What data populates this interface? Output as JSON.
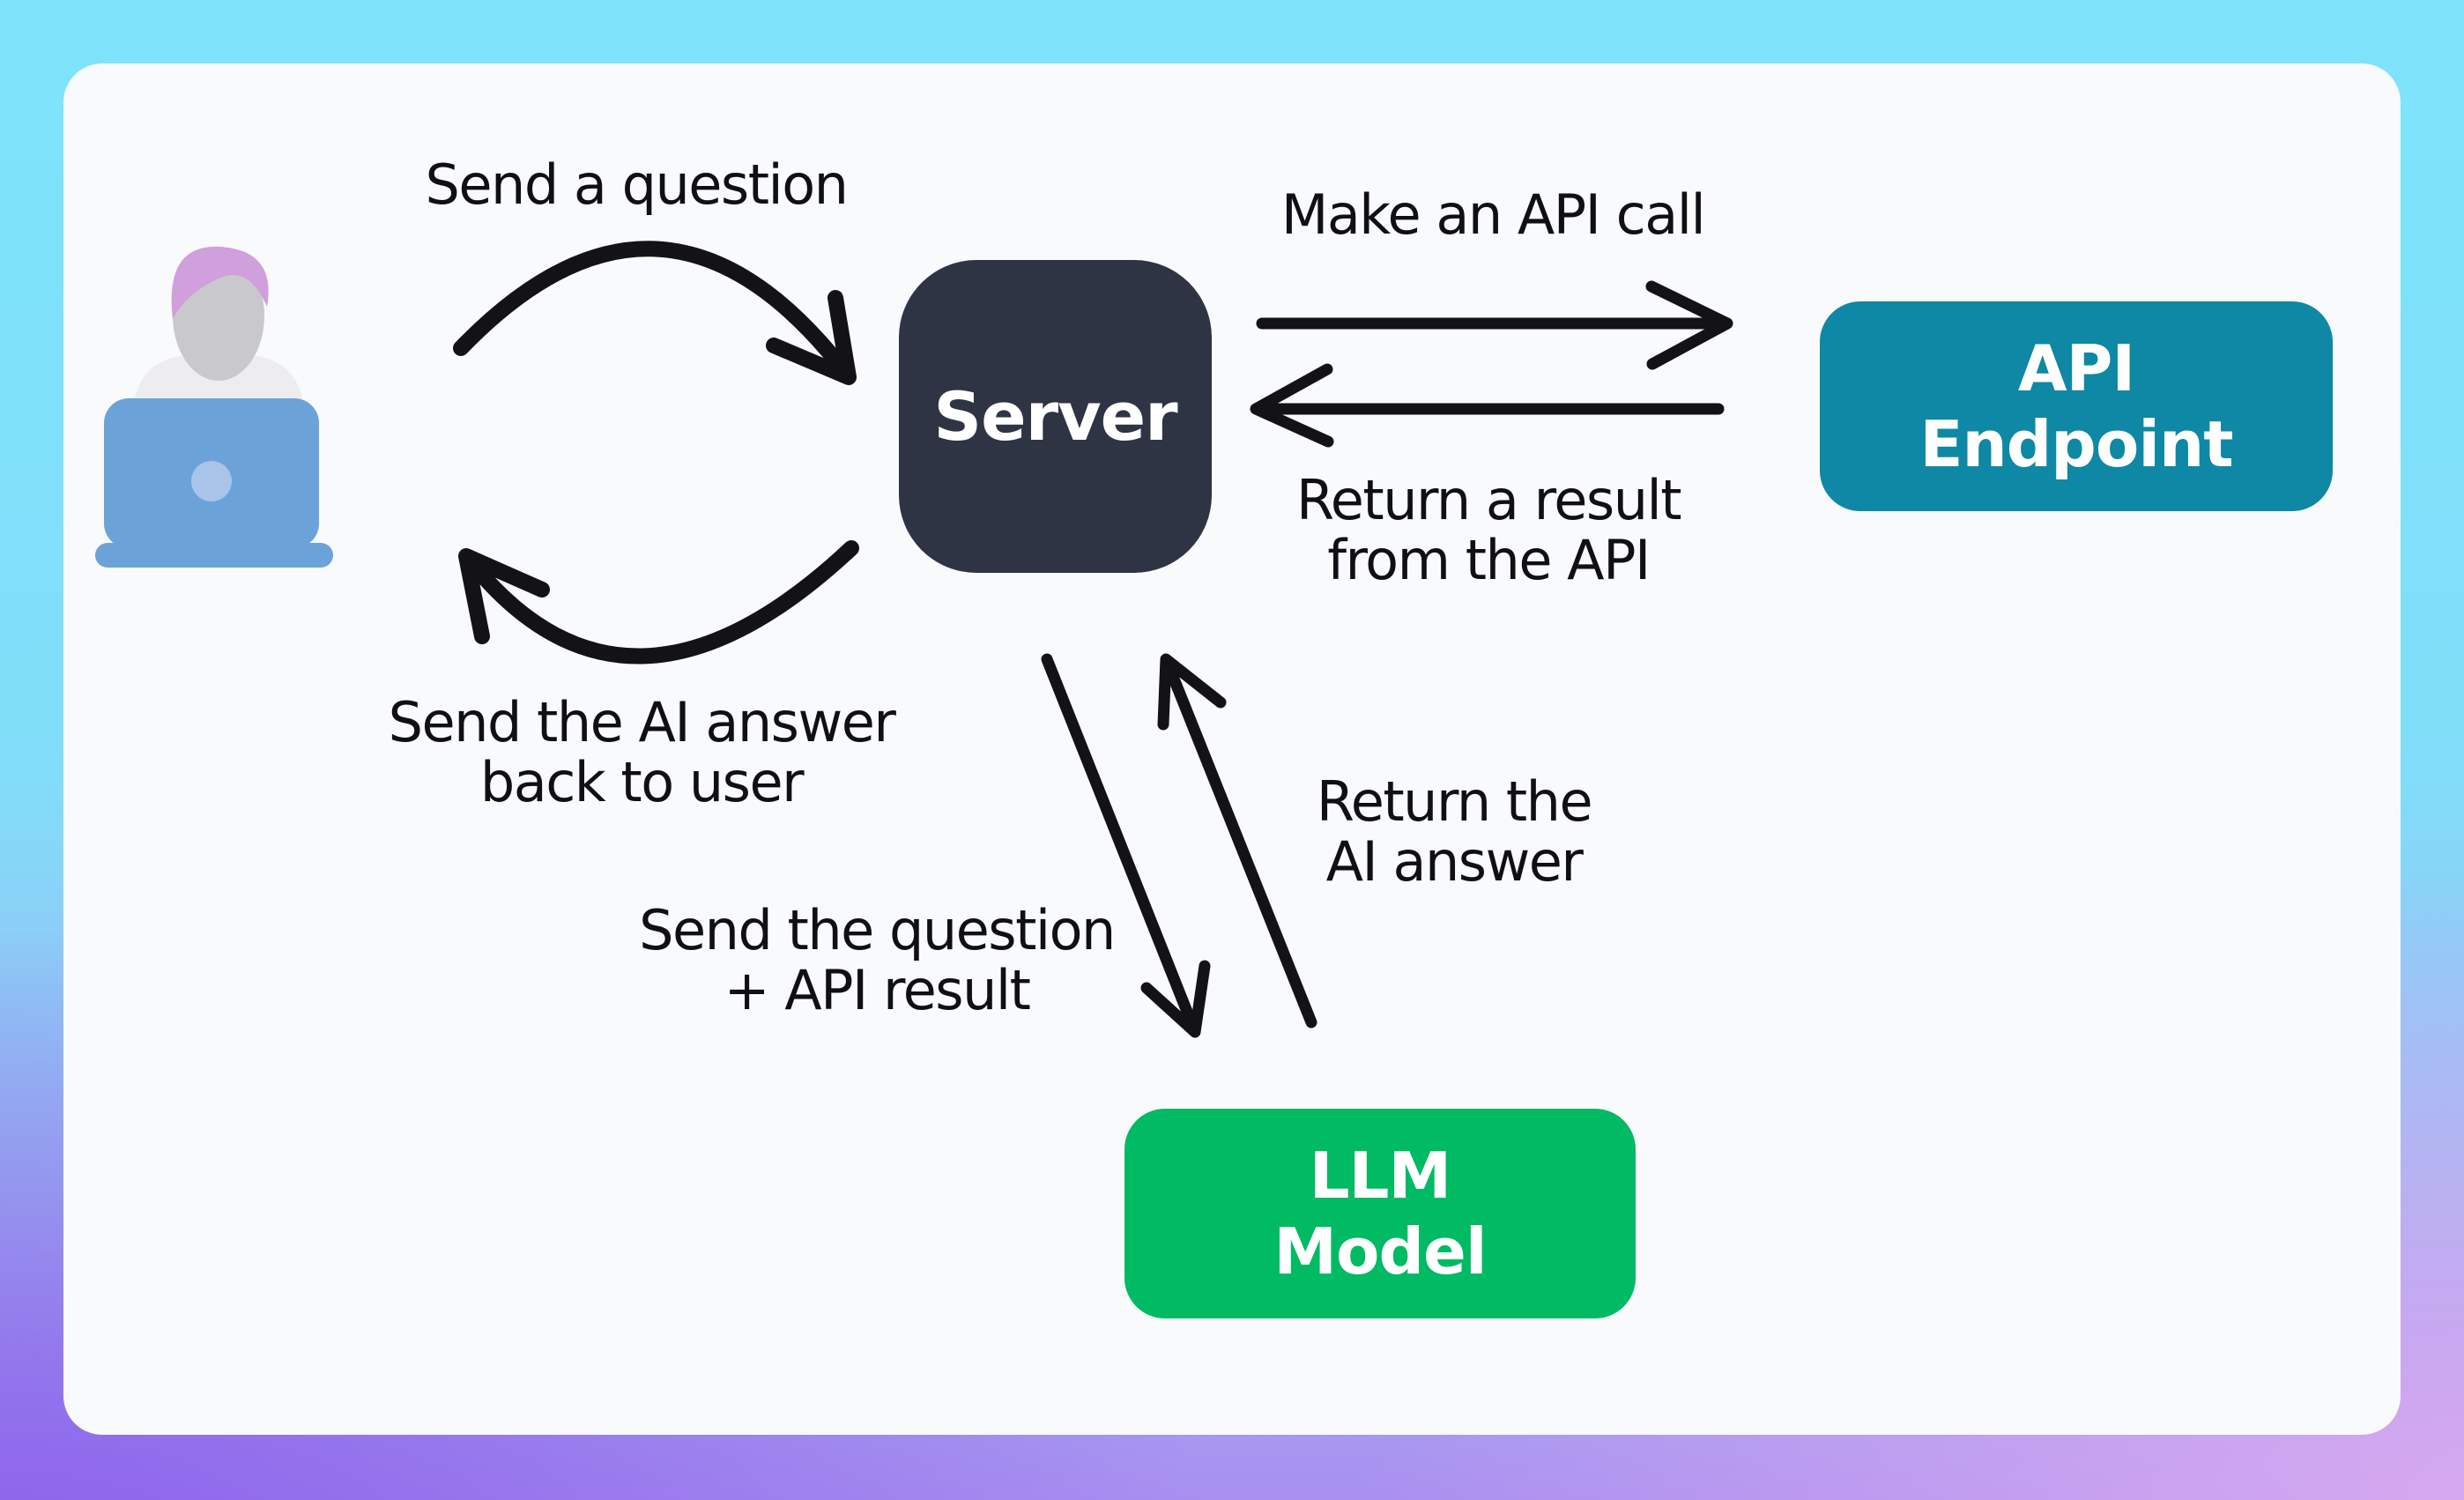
{
  "diagram": {
    "title": "Server / API / LLM request flow",
    "nodes": {
      "user": {
        "icon": "person-at-laptop-icon"
      },
      "server": {
        "label": "Server",
        "color": "#2e3444"
      },
      "api_endpoint": {
        "label": "API\nEndpoint",
        "color": "#0e88a4"
      },
      "llm_model": {
        "label": "LLM\nModel",
        "color": "#00ba64"
      }
    },
    "edge_labels": {
      "user_to_server": "Send a question",
      "server_to_api": "Make an API call",
      "api_to_server": "Return a result\nfrom the API",
      "server_to_user": "Send the AI answer\nback to user",
      "server_to_llm": "Send the question\n+ API result",
      "llm_to_server": "Return the\nAI answer"
    },
    "colors": {
      "background_corner_top_left": "#7de4fb",
      "background_corner_top_right": "#8be1f0",
      "background_corner_bottom_left": "#8a64ea",
      "background_corner_bottom_right": "#d6aaf0",
      "card": "#f8fafb",
      "arrow": "#131316",
      "label_text": "#101014",
      "node_text": "#ffffff",
      "user_laptop": "#6ba3d9",
      "user_laptop_logo": "#a9c4e9",
      "user_hair": "#cfa0dc",
      "user_head": "#c9c9cd",
      "user_body": "#ededf0"
    }
  }
}
